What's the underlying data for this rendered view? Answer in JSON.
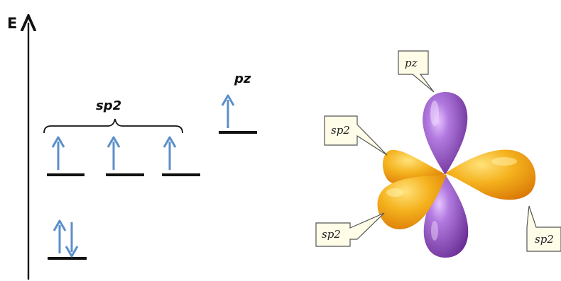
{
  "energy_diagram": {
    "axis_label": "E",
    "group_label": "sp2",
    "pz_label": "pz",
    "level_color": "#111111",
    "electron_color": "#5b8fc9",
    "levels": [
      {
        "name": "lone-pair-level",
        "electrons": "pair"
      },
      {
        "name": "sp2-level-1",
        "electrons": "up"
      },
      {
        "name": "sp2-level-2",
        "electrons": "up"
      },
      {
        "name": "sp2-level-3",
        "electrons": "up"
      },
      {
        "name": "pz-level",
        "electrons": "up"
      }
    ]
  },
  "orbital_model": {
    "colors": {
      "pz_lobe": "#9b5bc4",
      "sp2_lobe": "#f0a11a"
    },
    "callouts": {
      "top": "pz",
      "upper_left": "sp2",
      "lower_left": "sp2",
      "lower_right": "sp2"
    }
  }
}
